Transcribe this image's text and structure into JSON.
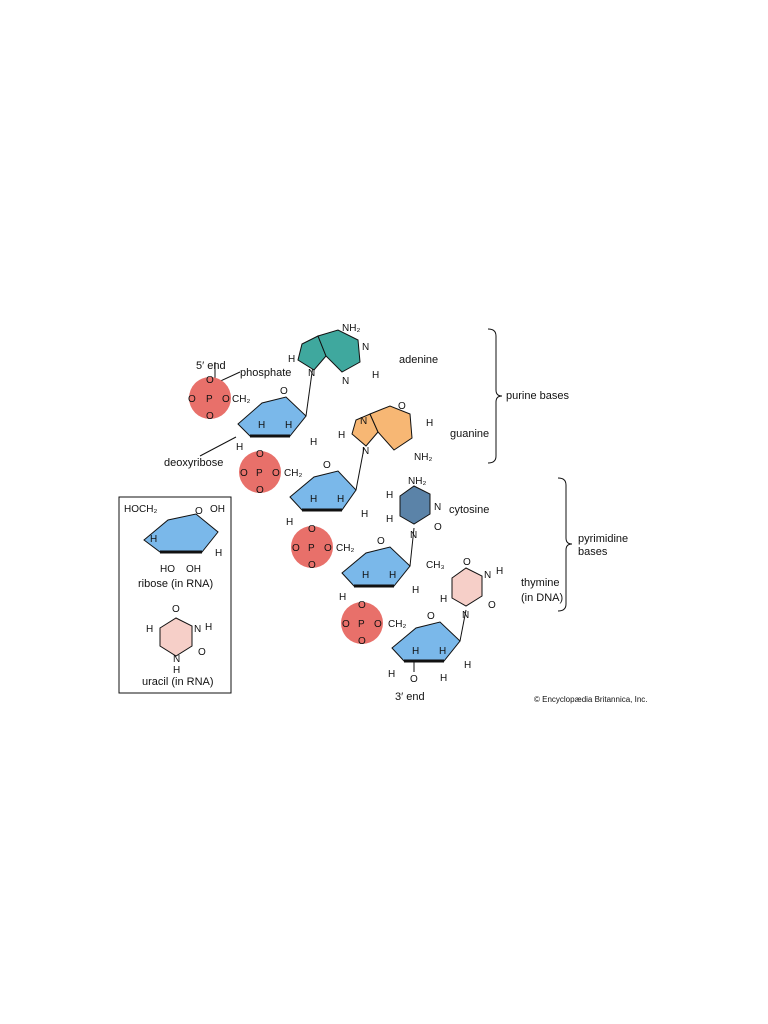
{
  "labels": {
    "five_prime_end": "5′ end",
    "three_prime_end": "3′ end",
    "phosphate": "phosphate",
    "deoxyribose": "deoxyribose",
    "adenine": "adenine",
    "guanine": "guanine",
    "cytosine": "cytosine",
    "thymine": "thymine",
    "thymine_note": "(in DNA)",
    "purine_bases": "purine bases",
    "pyrimidine_line1": "pyrimidine",
    "pyrimidine_line2": "bases",
    "ribose": "ribose (in RNA)",
    "uracil": "uracil (in RNA)",
    "credit": "© Encyclopædia Britannica, Inc."
  },
  "atoms": {
    "O": "O",
    "P": "P",
    "H": "H",
    "N": "N",
    "NH2": "NH₂",
    "CH2": "CH₂",
    "CH3": "CH₃",
    "HOCH2": "HOCH₂",
    "OH": "OH",
    "HO": "HO",
    "neg": "-"
  },
  "colors": {
    "phosphate": "#e8706a",
    "sugar": "#7ab8ea",
    "adenine": "#3fa89e",
    "guanine": "#f7b774",
    "cytosine": "#5b83a8",
    "pyrimidine_pink": "#f6cfc8"
  }
}
